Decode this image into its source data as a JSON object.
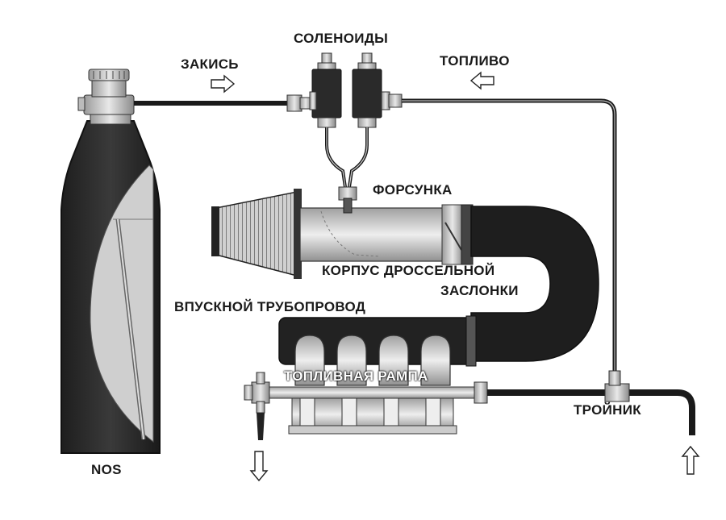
{
  "labels": {
    "solenoids": "СОЛЕНОИДЫ",
    "nitrous": "ЗАКИСЬ",
    "fuel": "ТОПЛИВО",
    "injector": "ФОРСУНКА",
    "throttle_body_line1": "КОРПУС ДРОССЕЛЬНОЙ",
    "throttle_body_line2": "ЗАСЛОНКИ",
    "intake_manifold": "ВПУСКНОЙ ТРУБОПРОВОД",
    "fuel_rail": "ТОПЛИВНАЯ РАМПА",
    "tee": "ТРОЙНИК",
    "nos": "NOS"
  },
  "colors": {
    "line": "#1a1a1a",
    "dark": "#2a2a2a",
    "mid": "#8a8a8a",
    "light": "#d8d8d8",
    "bg": "#ffffff"
  },
  "icons": {
    "flow_arrow": "arrow-icon"
  }
}
